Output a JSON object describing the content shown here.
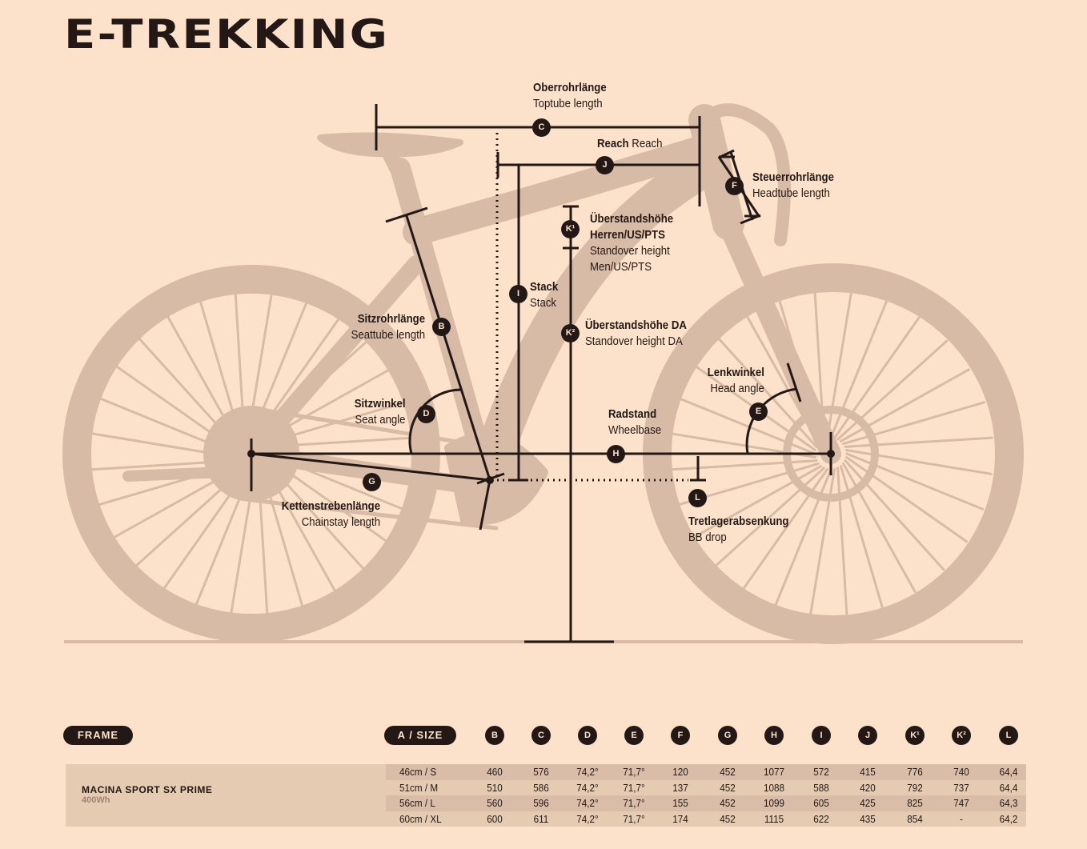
{
  "title": "E-TREKKING",
  "colors": {
    "background": "#fde2cb",
    "bike": "#d8bba6",
    "ink": "#231815"
  },
  "measurements": {
    "C": {
      "marker": "C",
      "de": "Oberrohrlänge",
      "en": "Toptube length"
    },
    "J": {
      "marker": "J",
      "de": "Reach",
      "en": "Reach"
    },
    "F": {
      "marker": "F",
      "de": "Steuerrohrlänge",
      "en": "Headtube length"
    },
    "K1": {
      "marker": "K¹",
      "de": "Überstandshöhe Herren/US/PTS",
      "en": "Standover height Men/US/PTS"
    },
    "I": {
      "marker": "I",
      "de": "Stack",
      "en": "Stack"
    },
    "K2": {
      "marker": "K²",
      "de": "Überstandshöhe DA",
      "en": "Standover height DA"
    },
    "B": {
      "marker": "B",
      "de": "Sitzrohrlänge",
      "en": "Seattube length"
    },
    "D": {
      "marker": "D",
      "de": "Sitzwinkel",
      "en": "Seat angle"
    },
    "E": {
      "marker": "E",
      "de": "Lenkwinkel",
      "en": "Head angle"
    },
    "H": {
      "marker": "H",
      "de": "Radstand",
      "en": "Wheelbase"
    },
    "G": {
      "marker": "G",
      "de": "Kettenstrebenlänge",
      "en": "Chainstay length"
    },
    "L": {
      "marker": "L",
      "de": "Tretlagerabsenkung",
      "en": "BB drop"
    }
  },
  "k1_de_1": "Überstandshöhe",
  "k1_de_2": "Herren/US/PTS",
  "k1_en_1": "Standover height",
  "k1_en_2": "Men/US/PTS",
  "table": {
    "frame_label": "FRAME",
    "size_label": "A / SIZE",
    "columns": [
      "B",
      "C",
      "D",
      "E",
      "F",
      "G",
      "H",
      "I",
      "J",
      "K¹",
      "K²",
      "L"
    ],
    "model": "MACINA SPORT SX PRIME",
    "battery": "400Wh",
    "rows": [
      {
        "size": "46cm / S",
        "values": [
          "460",
          "576",
          "74,2°",
          "71,7°",
          "120",
          "452",
          "1077",
          "572",
          "415",
          "776",
          "740",
          "64,4"
        ]
      },
      {
        "size": "51cm / M",
        "values": [
          "510",
          "586",
          "74,2°",
          "71,7°",
          "137",
          "452",
          "1088",
          "588",
          "420",
          "792",
          "737",
          "64,4"
        ]
      },
      {
        "size": "56cm / L",
        "values": [
          "560",
          "596",
          "74,2°",
          "71,7°",
          "155",
          "452",
          "1099",
          "605",
          "425",
          "825",
          "747",
          "64,3"
        ]
      },
      {
        "size": "60cm / XL",
        "values": [
          "600",
          "611",
          "74,2°",
          "71,7°",
          "174",
          "452",
          "1115",
          "622",
          "435",
          "854",
          "-",
          "64,2"
        ]
      }
    ]
  }
}
